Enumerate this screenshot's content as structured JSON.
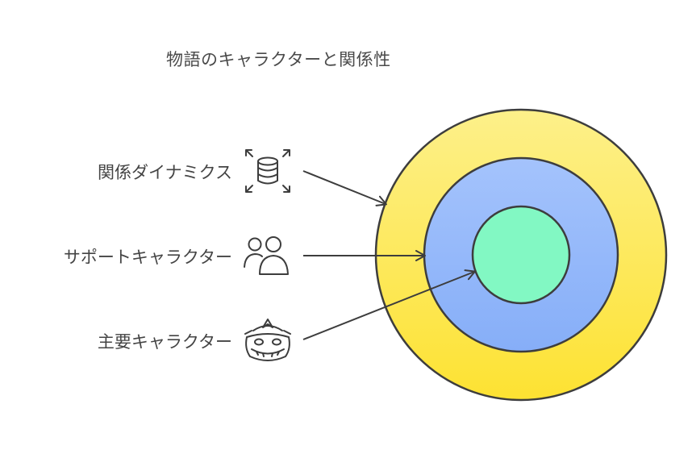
{
  "title": "物語のキャラクターと関係性",
  "labels": {
    "relationship": "関係ダイナミクス",
    "support": "サポートキャラクター",
    "main": "主要キャラクター"
  },
  "icons": {
    "relationship": "database-expand-icon",
    "support": "people-icon",
    "main": "dragon-mask-icon"
  },
  "colors": {
    "outer_ring": "#fde54a",
    "middle_ring": "#8fb4fb",
    "inner_circle": "#82f8c3",
    "stroke": "#3d3d3d"
  }
}
